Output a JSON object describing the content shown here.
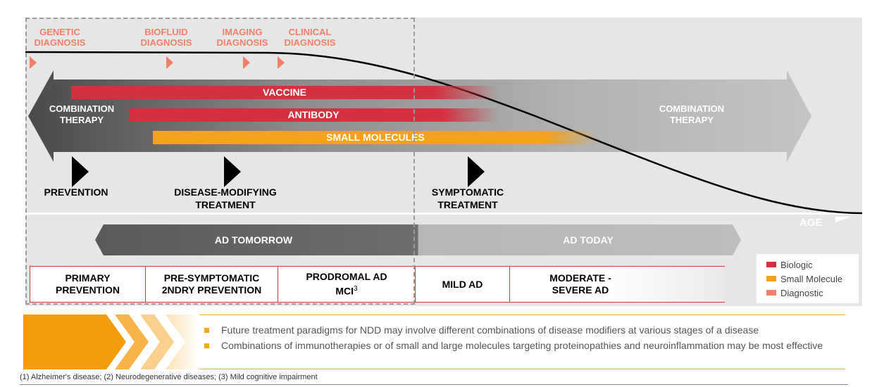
{
  "diagnosis": {
    "genetic": "GENETIC\nDIAGNOSIS",
    "biofluid": "BIOFLUID\nDIAGNOSIS",
    "imaging": "IMAGING\nDIAGNOSIS",
    "clinical": "CLINICAL\nDIAGNOSIS"
  },
  "therapy": {
    "left": "COMBINATION\nTHERAPY",
    "right": "COMBINATION\nTHERAPY",
    "vaccine": "VACCINE",
    "antibody": "ANTIBODY",
    "small_molecules": "SMALL MOLECULES"
  },
  "stages": {
    "prevention": "PREVENTION",
    "disease_modifying": "DISEASE-MODIFYING\nTREATMENT",
    "symptomatic": "SYMPTOMATIC\nTREATMENT"
  },
  "age_label": "AGE",
  "timeline": {
    "tomorrow": "AD TOMORROW",
    "today": "AD TODAY"
  },
  "table": {
    "primary": "PRIMARY\nPREVENTION",
    "presymptomatic": "PRE-SYMPTOMATIC\n2NDRY PREVENTION",
    "prodromal": "PRODROMAL AD",
    "mci": "MCI",
    "mci_sup": "3",
    "mild": "MILD AD",
    "moderate": "MODERATE -\nSEVERE AD"
  },
  "legend": {
    "biologic": "Biologic",
    "small_molecule": "Small Molecule",
    "diagnostic": "Diagnostic"
  },
  "colors": {
    "biologic": "#d2323f",
    "small_molecule": "#f3a21b",
    "diagnostic": "#ef7f67"
  },
  "bullets": [
    "Future treatment paradigms for NDD may involve different combinations of disease modifiers at various stages of a disease",
    "Combinations of immunotherapies or of small and large molecules targeting proteinopathies and neuroinflammation may be most effective"
  ],
  "footnote": "(1) Alzheimer's disease; (2) Neurodegenerative diseases; (3) Mild cognitive impairment"
}
